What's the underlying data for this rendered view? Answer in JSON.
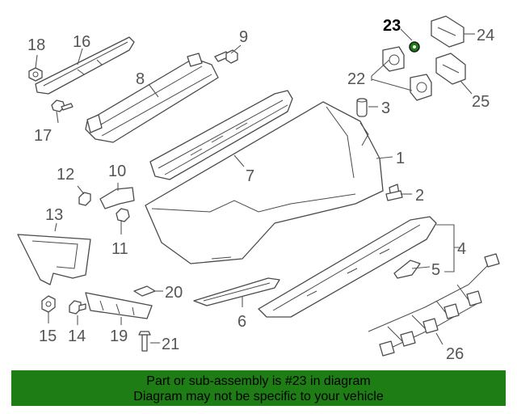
{
  "diagram": {
    "highlighted_part": "23",
    "highlight_color": "#1e7d14",
    "callouts": {
      "c1": "1",
      "c2": "2",
      "c3": "3",
      "c4": "4",
      "c5": "5",
      "c6": "6",
      "c7": "7",
      "c8": "8",
      "c9": "9",
      "c10": "10",
      "c11": "11",
      "c12": "12",
      "c13": "13",
      "c14": "14",
      "c15": "15",
      "c16": "16",
      "c17": "17",
      "c18": "18",
      "c19": "19",
      "c20": "20",
      "c21": "21",
      "c22": "22",
      "c23": "23",
      "c24": "24",
      "c25": "25",
      "c26": "26"
    }
  },
  "banner": {
    "line1": "Part or sub-assembly is #23 in diagram",
    "line2": "Diagram may not be specific to your vehicle",
    "background": "#1e7d14"
  }
}
